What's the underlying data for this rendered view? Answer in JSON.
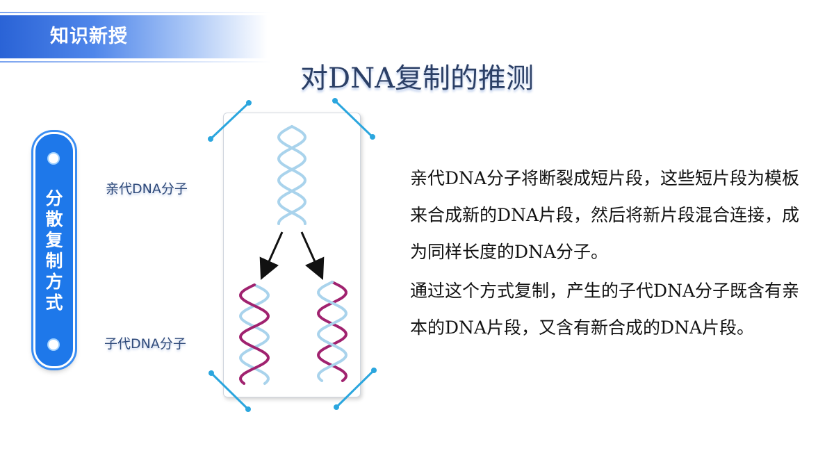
{
  "header": {
    "section_label": "知识新授"
  },
  "title": "对DNA复制的推测",
  "side_tab": {
    "label": "分散复制方式"
  },
  "labels": {
    "parent": "亲代DNA分子",
    "child": "子代DNA分子"
  },
  "description": {
    "paragraph1": "亲代DNA分子将断裂成短片段，这些短片段为模板来合成新的DNA片段，然后将新片段混合连接，成为同样长度的DNA分子。",
    "paragraph2": "通过这个方式复制，产生的子代DNA分子既含有亲本的DNA片段，又含有新合成的DNA片段。"
  },
  "colors": {
    "parent_strand": "#a9d3ec",
    "new_strand": "#a0226f",
    "accent": "#1e78ea"
  }
}
